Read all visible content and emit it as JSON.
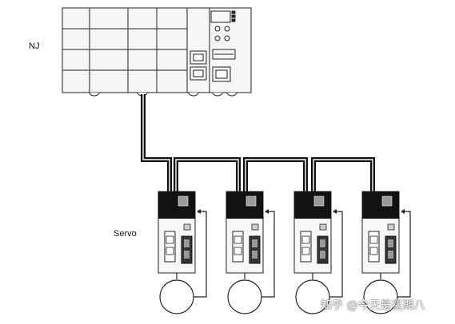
{
  "labels": {
    "controller": "NJ",
    "servo": "Servo"
  },
  "watermark": {
    "text": "知乎 @今天是星期八"
  },
  "servo_count": 4,
  "colors": {
    "line": "#111111",
    "background": "#ffffff",
    "module_fill": "#f4f4f4"
  }
}
